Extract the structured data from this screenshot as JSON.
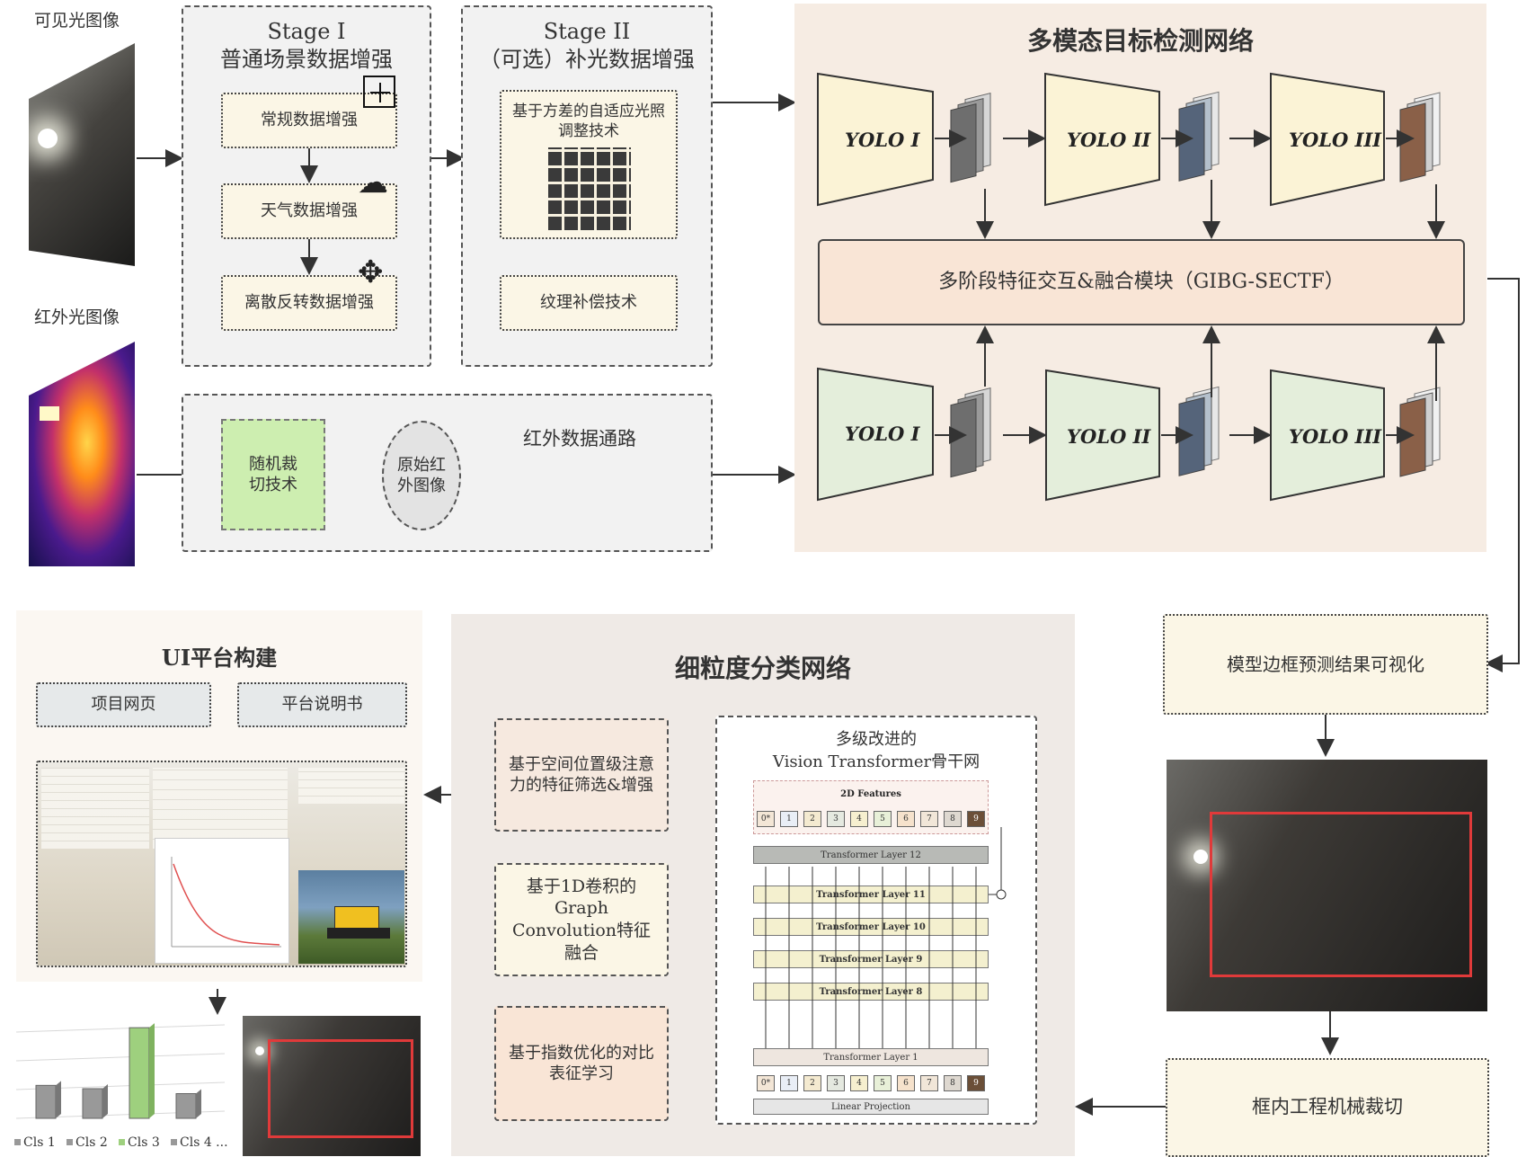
{
  "inputs": {
    "visible_label": "可见光图像",
    "infrared_label": "红外光图像"
  },
  "stage1": {
    "title_line1": "Stage I",
    "title_line2": "普通场景数据增强",
    "steps": [
      "常规数据增强",
      "天气数据增强",
      "离散反转数据增强"
    ]
  },
  "stage2": {
    "title_line1": "Stage II",
    "title_line2": "（可选）补光数据增强",
    "step1": "基于方差的自适应光照调整技术",
    "step2": "纹理补偿技术"
  },
  "infrared_path": {
    "title": "红外数据通路",
    "crop": "随机裁切技术",
    "raw": "原始红外图像"
  },
  "detection": {
    "title": "多模态目标检测网络",
    "yolo_labels": [
      "YOLO I",
      "YOLO II",
      "YOLO III"
    ],
    "fusion": "多阶段特征交互&融合模块（GIBG-SECTF）"
  },
  "visualize": {
    "label": "模型边框预测结果可视化"
  },
  "crop_box": {
    "label": "框内工程机械裁切"
  },
  "classify": {
    "title": "细粒度分类网络",
    "steps": [
      "基于空间位置级注意力的特征筛选&增强",
      "基于1D卷积的Graph Convolution特征融合",
      "基于指数优化的对比表征学习"
    ],
    "vit_title_line1": "多级改进的",
    "vit_title_line2": "Vision Transformer骨干网",
    "features_label": "2D Features",
    "tokens": [
      "0*",
      "1",
      "2",
      "3",
      "4",
      "5",
      "6",
      "7",
      "8",
      "9"
    ],
    "layers": [
      "Transformer Layer 12",
      "Transformer Layer 11",
      "Transformer Layer 10",
      "Transformer Layer 9",
      "Transformer Layer 8",
      "Transformer Layer 1"
    ],
    "linear": "Linear Projection"
  },
  "ui": {
    "title": "UI平台构建",
    "project_page": "项目网页",
    "manual": "平台说明书"
  },
  "bar_chart": {
    "legend": [
      "Cls 1",
      "Cls 2",
      "Cls 3",
      "Cls 4 ..."
    ],
    "colors": [
      "#999999",
      "#999999",
      "#9ed07e",
      "#999999"
    ]
  },
  "chart_data": {
    "type": "bar",
    "categories": [
      "Cls 1",
      "Cls 2",
      "Cls 3",
      "Cls 4 ..."
    ],
    "values": [
      2,
      1.8,
      5.5,
      1.5
    ]
  },
  "colors": {
    "accent_red": "#e03a3a",
    "yolo_top_fill": "#fbf3d6",
    "yolo_bottom_fill": "#e4eedb",
    "fusion_fill": "#f9e5d6",
    "crop_fill": "#cdeeb0"
  }
}
